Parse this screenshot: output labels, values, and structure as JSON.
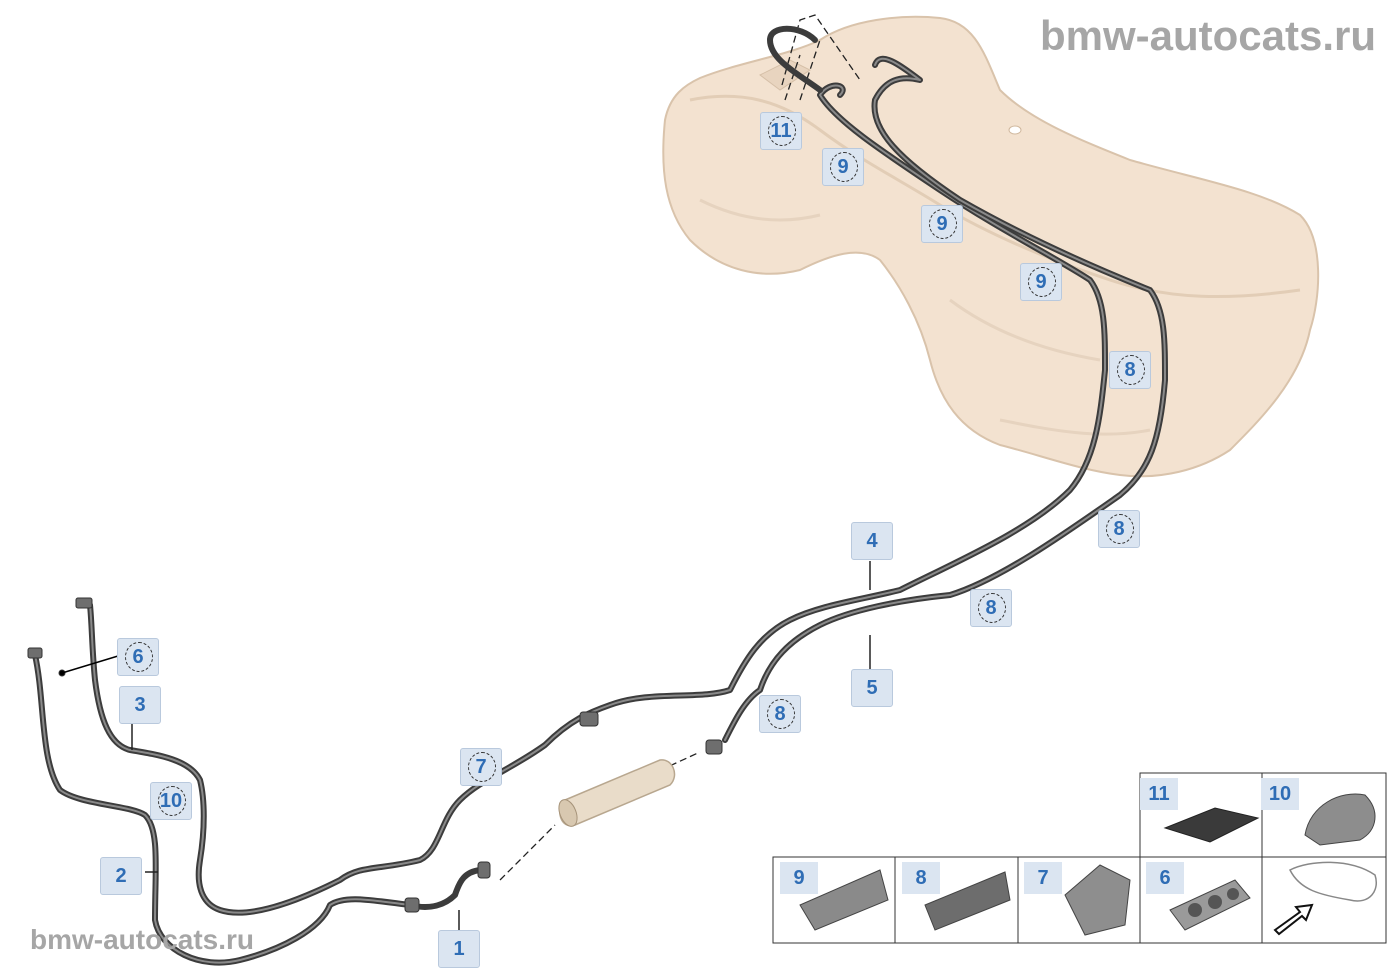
{
  "watermark": {
    "top": "bmw-autocats.ru",
    "bottom": "bmw-autocats.ru"
  },
  "callouts": [
    {
      "id": "c1",
      "label": "1"
    },
    {
      "id": "c2",
      "label": "2"
    },
    {
      "id": "c3",
      "label": "3"
    },
    {
      "id": "c4",
      "label": "4"
    },
    {
      "id": "c5",
      "label": "5"
    },
    {
      "id": "c6",
      "label": "6"
    },
    {
      "id": "c7",
      "label": "7"
    },
    {
      "id": "c8a",
      "label": "8"
    },
    {
      "id": "c8b",
      "label": "8"
    },
    {
      "id": "c8c",
      "label": "8"
    },
    {
      "id": "c8d",
      "label": "8"
    },
    {
      "id": "c9a",
      "label": "9"
    },
    {
      "id": "c9b",
      "label": "9"
    },
    {
      "id": "c9c",
      "label": "9"
    },
    {
      "id": "c10",
      "label": "10"
    },
    {
      "id": "c11",
      "label": "11"
    }
  ],
  "parts_panel": {
    "cells": [
      {
        "id": "p11",
        "label": "11"
      },
      {
        "id": "p10",
        "label": "10"
      },
      {
        "id": "p9",
        "label": "9"
      },
      {
        "id": "p8",
        "label": "8"
      },
      {
        "id": "p7",
        "label": "7"
      },
      {
        "id": "p6",
        "label": "6"
      },
      {
        "id": "pv",
        "label": ""
      }
    ]
  }
}
